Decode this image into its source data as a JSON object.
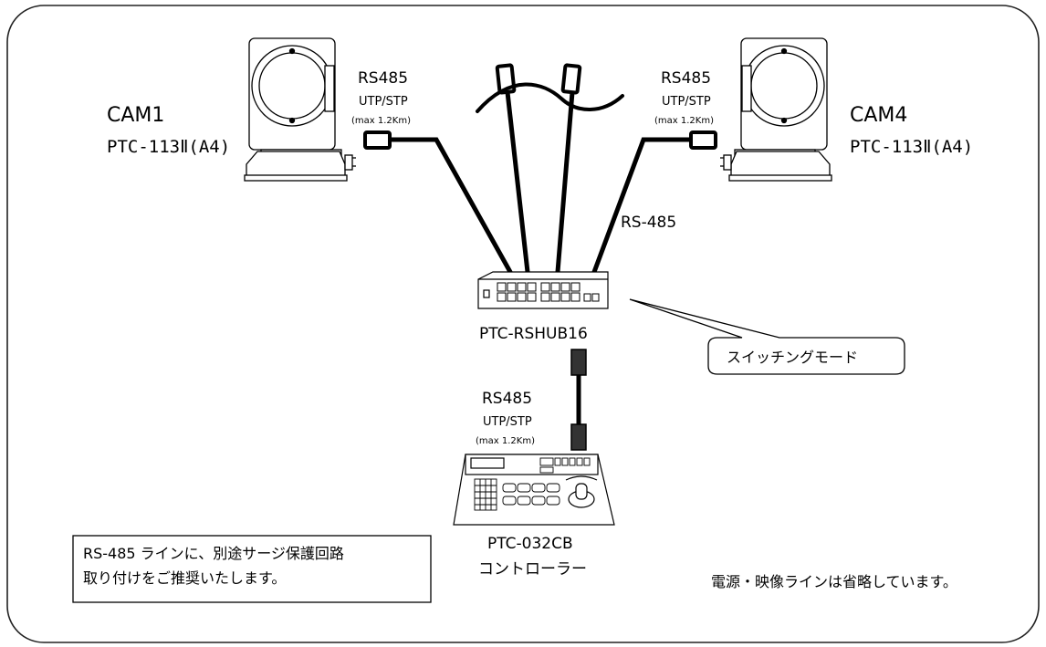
{
  "cameras": [
    {
      "name": "CAM1",
      "model": "PTC-113Ⅱ(A4)"
    },
    {
      "name": "CAM4",
      "model": "PTC-113Ⅱ(A4)"
    }
  ],
  "links": [
    {
      "protocol": "RS485",
      "cable": "UTP/STP",
      "distance": "(max 1.2Km)"
    },
    {
      "protocol": "RS485",
      "cable": "UTP/STP",
      "distance": "(max 1.2Km)"
    },
    {
      "protocol": "RS485",
      "cable": "UTP/STP",
      "distance": "(max 1.2Km)"
    }
  ],
  "rs485_label": "RS-485",
  "hub": {
    "model": "PTC-RSHUB16"
  },
  "callout": "スイッチングモード",
  "controller": {
    "model": "PTC-032CB",
    "description": "コントローラー"
  },
  "note_box": [
    "RS-485 ラインに、別途サージ保護回路",
    "取り付けをご推奨いたします。"
  ],
  "note_right": "電源・映像ラインは省略しています。",
  "colors": {
    "line": "#000000",
    "device_fill": "#ffffff",
    "connector_dark": "#333333",
    "border": "#1a1a1a"
  }
}
